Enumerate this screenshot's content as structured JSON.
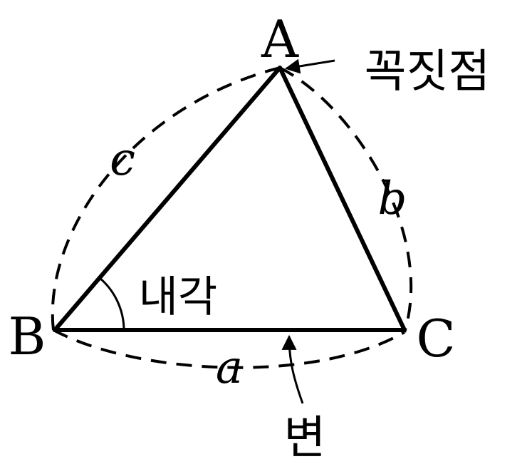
{
  "vertices": {
    "a": "A",
    "b": "B",
    "c": "C"
  },
  "sides": {
    "a": "a",
    "b": "b",
    "c": "c"
  },
  "annotations": {
    "vertex": "꼭짓점",
    "interior_angle": "내각",
    "side": "변"
  },
  "colors": {
    "ink": "#000000",
    "background": "#ffffff"
  }
}
